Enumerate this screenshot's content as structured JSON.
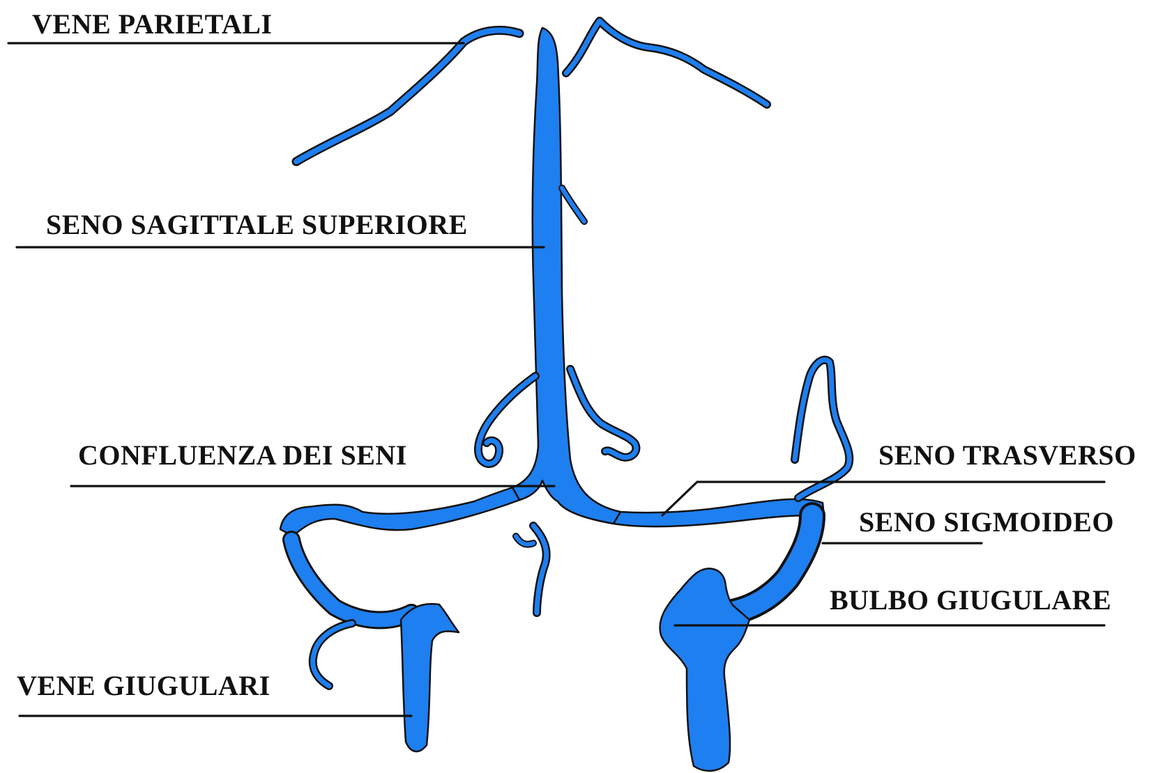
{
  "labels": {
    "vene_parietali": "VENE PARIETALI",
    "seno_sagittale_superiore": "SENO SAGITTALE SUPERIORE",
    "confluenza_dei_seni": "CONFLUENZA DEI SENI",
    "seno_trasverso": "SENO TRASVERSO",
    "seno_sigmoideo": "SENO SIGMOIDEO",
    "bulbo_giugulare": "BULBO GIUGULARE",
    "vene_giugulari": "VENE GIUGULARI"
  },
  "colors": {
    "vein": "#1e7ff0",
    "outline": "#111111",
    "label": "#111111",
    "background": "#ffffff"
  }
}
